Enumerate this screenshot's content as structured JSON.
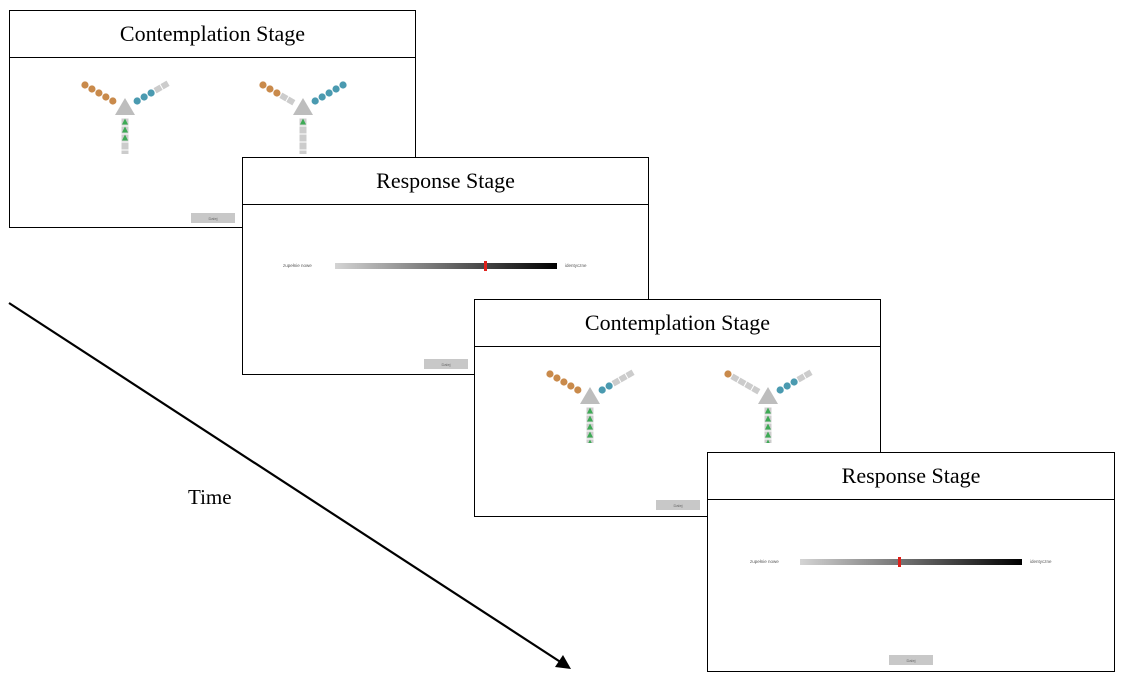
{
  "time_label": "Time",
  "panels": [
    {
      "title": "Contemplation Stage",
      "kind": "contemplation",
      "button": "Dalej",
      "glyphs": [
        {
          "a": 5,
          "b": 3,
          "c": 3
        },
        {
          "a": 3,
          "b": 5,
          "c": 1
        }
      ]
    },
    {
      "title": "Response Stage",
      "kind": "response",
      "button": "Dalej",
      "slider": {
        "left": "zupełnie nowe",
        "right": "identyczne",
        "value": 0.68
      }
    },
    {
      "title": "Contemplation Stage",
      "kind": "contemplation",
      "button": "Dalej",
      "glyphs": [
        {
          "a": 5,
          "b": 2,
          "c": 5
        },
        {
          "a": 1,
          "b": 3,
          "c": 5
        }
      ]
    },
    {
      "title": "Response Stage",
      "kind": "response",
      "button": "Dalej",
      "slider": {
        "left": "zupełnie nowe",
        "right": "identyczne",
        "value": 0.45
      }
    }
  ],
  "colors": {
    "orange": "#c98a4b",
    "blue": "#4a9ab0",
    "green": "#3daa55",
    "gray": "#cccccc",
    "red": "#e0201a"
  }
}
